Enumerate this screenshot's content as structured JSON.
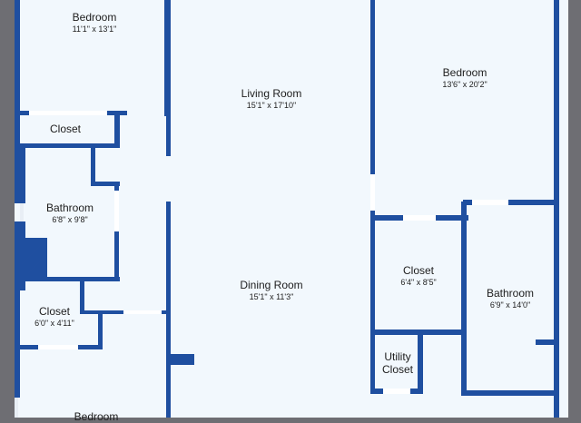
{
  "colors": {
    "floor": "#f2f8fd",
    "wall": "#1f4fa0",
    "outside": "#6e6e73",
    "opening": "#ffffff",
    "hatch": "#1f4fa0"
  },
  "rooms": {
    "bedroom_top_left": {
      "name": "Bedroom",
      "dim": "11'1\" x 13'1\""
    },
    "closet_top_left": {
      "name": "Closet",
      "dim": ""
    },
    "bathroom_left": {
      "name": "Bathroom",
      "dim": "6'8\" x 9'8\""
    },
    "closet_left": {
      "name": "Closet",
      "dim": "6'0\" x 4'11\""
    },
    "bedroom_bottom_left": {
      "name": "Bedroom",
      "dim": ""
    },
    "living_room": {
      "name": "Living Room",
      "dim": "15'1\" x 17'10\""
    },
    "dining_room": {
      "name": "Dining Room",
      "dim": "15'1\" x 11'3\""
    },
    "bedroom_right": {
      "name": "Bedroom",
      "dim": "13'6\" x 20'2\""
    },
    "closet_right": {
      "name": "Closet",
      "dim": "6'4\" x 8'5\""
    },
    "bathroom_right": {
      "name": "Bathroom",
      "dim": "6'9\" x 14'0\""
    },
    "utility_closet": {
      "name": "Utility\nCloset",
      "dim": ""
    }
  }
}
